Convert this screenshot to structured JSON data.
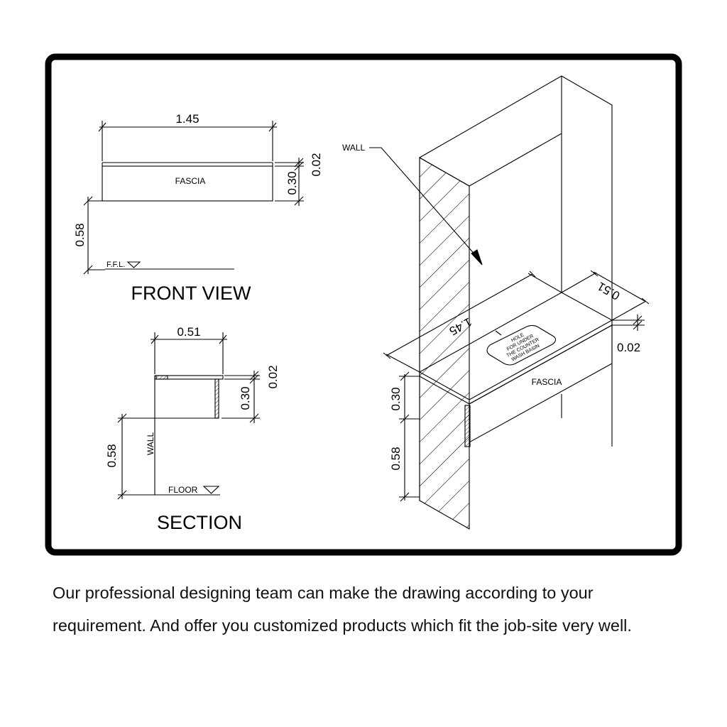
{
  "drawing": {
    "front_view": {
      "title": "FRONT VIEW",
      "fascia_label": "FASCIA",
      "width": "1.45",
      "height": "0.30",
      "top_thickness": "0.02",
      "elevation": "0.58",
      "floor_label": "F.F.L."
    },
    "section": {
      "title": "SECTION",
      "depth": "0.51",
      "height": "0.30",
      "top_thickness": "0.02",
      "elevation": "0.58",
      "wall_label": "WALL",
      "floor_label": "FLOOR"
    },
    "isometric": {
      "wall_label": "WALL",
      "length": "1.45",
      "depth": "0.51",
      "thickness": "0.02",
      "height": "0.30",
      "elevation": "0.58",
      "fascia_label": "FASCIA",
      "hole_note": [
        "HOLE",
        "FOR UNDER",
        "THE COUNTER",
        "WASH BASIN"
      ]
    }
  },
  "caption": "Our professional designing team can make the drawing according to your requirement. And offer you customized products which fit the job-site very well."
}
